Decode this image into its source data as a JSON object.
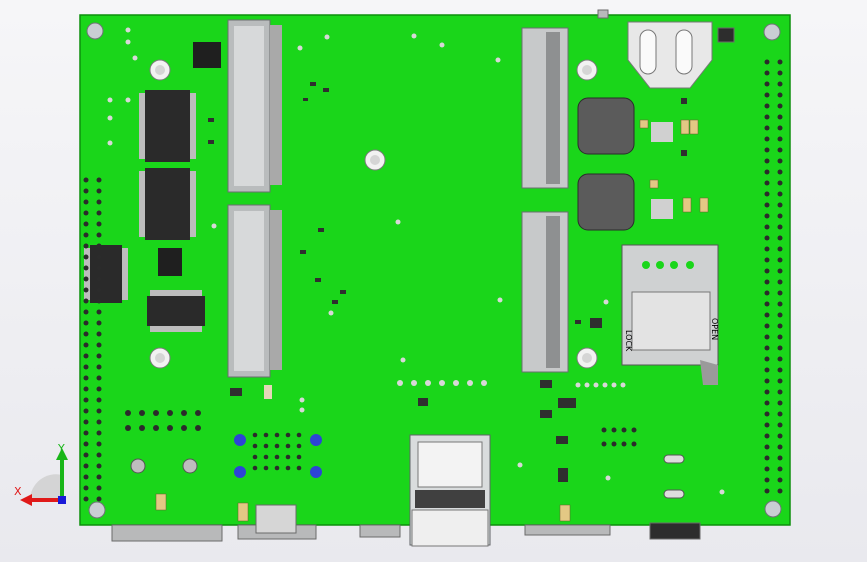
{
  "viewport": {
    "background_top": "#f6f6f8",
    "background_bottom": "#e9e9ee"
  },
  "board": {
    "pcb_color": "#1ad61a",
    "pcb_edge_color": "#0c8f0c",
    "ic_color": "#2a2a2a",
    "pad_color": "#c8c8c8",
    "connector_color": "#b9bcbd"
  },
  "sim_holder": {
    "lock_label": "LOCK",
    "open_label": "OPEN"
  },
  "triad": {
    "x_label": "X",
    "y_label": "Y",
    "x_color": "#e01919",
    "y_color": "#19b619",
    "z_color": "#1919d8"
  }
}
